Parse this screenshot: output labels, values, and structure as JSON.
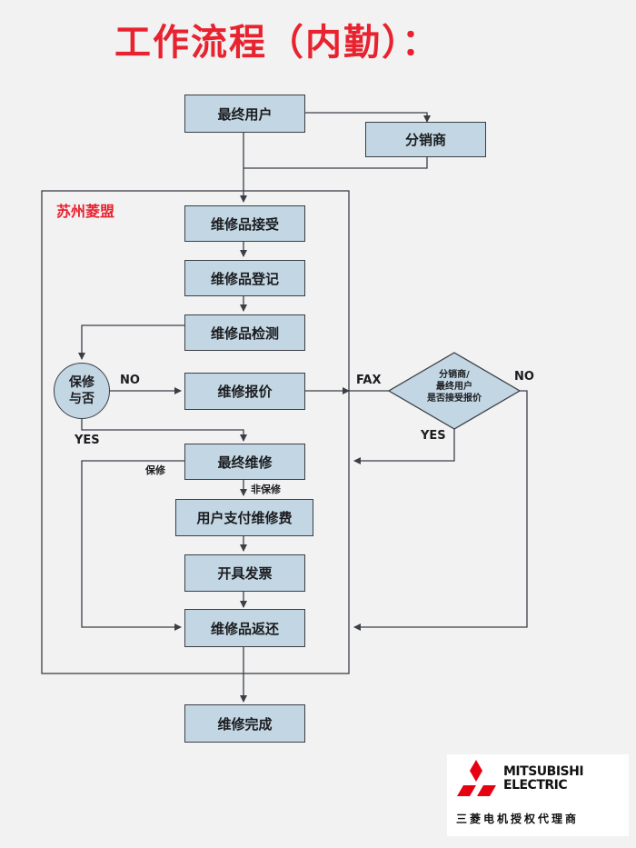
{
  "title": "工作流程（内勤）：",
  "region_label": "苏州菱盟",
  "nodes": {
    "end_user": "最终用户",
    "distributor": "分销商",
    "receive": "维修品接受",
    "register": "维修品登记",
    "inspect": "维修品检测",
    "quote": "维修报价",
    "final_repair": "最终维修",
    "user_pay": "用户支付维修费",
    "invoice": "开具发票",
    "return": "维修品返还",
    "complete": "维修完成"
  },
  "decision_warranty": {
    "line1": "保修",
    "line2": "与否"
  },
  "decision_accept": {
    "line1": "分销商/",
    "line2": "最终用户",
    "line3": "是否接受报价"
  },
  "edge_labels": {
    "no_left": "NO",
    "yes_left": "YES",
    "fax": "FAX",
    "no_right": "NO",
    "yes_right": "YES",
    "warranty": "保修",
    "non_warranty": "非保修"
  },
  "logo": {
    "word1": "MITSUBISHI",
    "word2": "ELECTRIC",
    "tagline": "三菱电机授权代理商"
  },
  "colors": {
    "title": "#e8232f",
    "box_fill": "#c2d6e3",
    "line": "#3b3f45",
    "logo_red": "#e60012"
  }
}
